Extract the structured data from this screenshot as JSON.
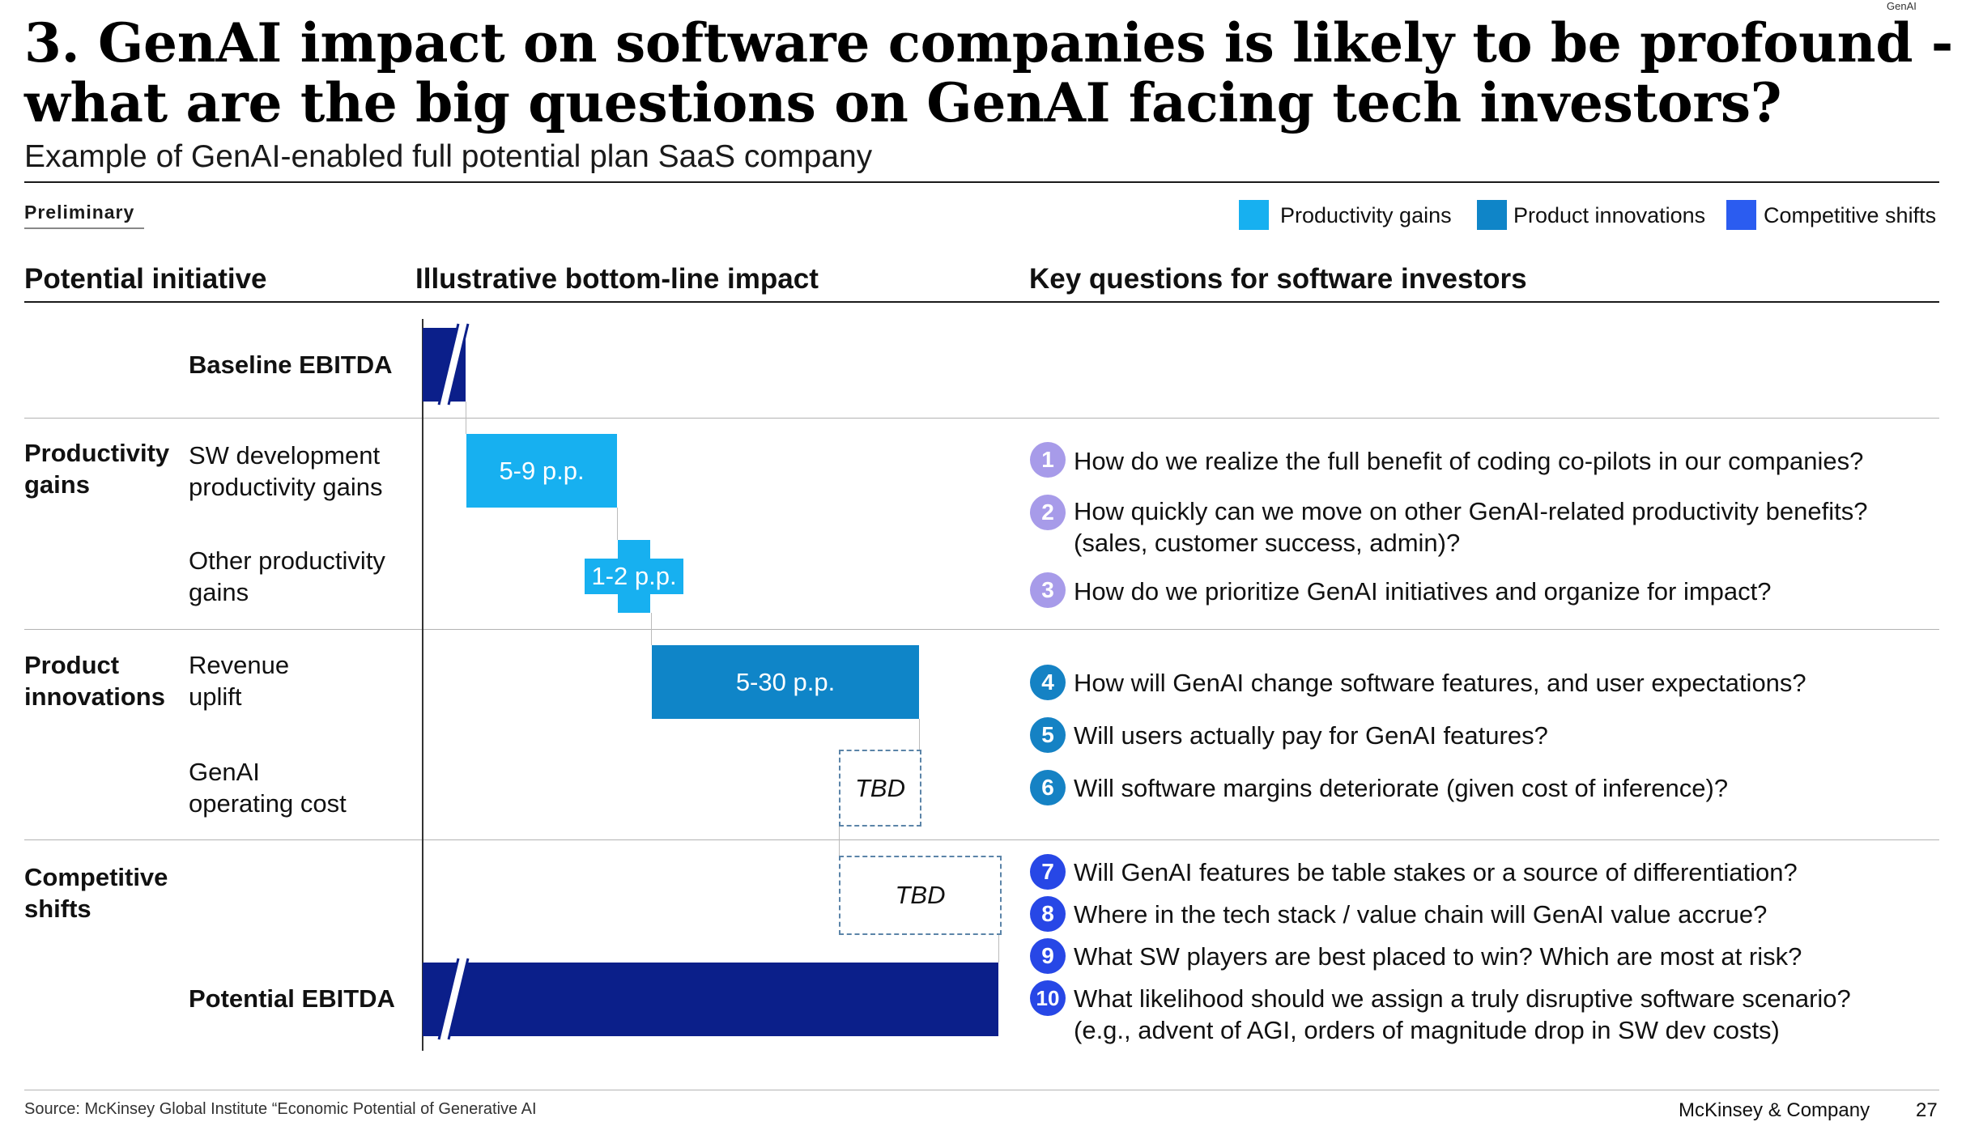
{
  "header": {
    "tag": "GenAI",
    "title_line1": "3. GenAI impact on software companies is likely to be profound -",
    "title_line2": "what are the big questions on GenAI facing tech investors?",
    "subtitle": "Example of GenAI-enabled full potential plan SaaS company",
    "preliminary": "Preliminary"
  },
  "legend": [
    {
      "label": "Productivity gains",
      "color": "#17b0f0"
    },
    {
      "label": "Product innovations",
      "color": "#0f85c8"
    },
    {
      "label": "Competitive shifts",
      "color": "#2b5cf0"
    }
  ],
  "columns": {
    "initiative": "Potential initiative",
    "impact": "Illustrative bottom-line impact",
    "questions": "Key questions for software investors"
  },
  "rows": {
    "baseline": "Baseline EBITDA",
    "productivity_group": "Productivity gains",
    "sw_dev": "SW development productivity gains",
    "other_prod": "Other productivity gains",
    "product_group": "Product innovations",
    "revenue": "Revenue uplift",
    "genai_cost": "GenAI operating cost",
    "competitive_group": "Competitive shifts",
    "potential": "Potential EBITDA"
  },
  "bars": {
    "sw_dev": "5-9 p.p.",
    "other_prod": "1-2 p.p.",
    "revenue": "5-30 p.p.",
    "genai_cost": "TBD",
    "competitive": "TBD"
  },
  "colors": {
    "navy": "#0b1f8a",
    "light_blue": "#17b0f0",
    "mid_blue": "#0f85c8",
    "circle_purple": "#a79be9",
    "circle_teal": "#1582c4",
    "circle_blue": "#2747e6"
  },
  "questions": [
    {
      "n": "1",
      "text": "How do we realize the full benefit of coding co-pilots in our companies?"
    },
    {
      "n": "2",
      "text": "How quickly can we move on other GenAI-related productivity benefits?",
      "text2": "(sales, customer success, admin)?"
    },
    {
      "n": "3",
      "text": "How do we prioritize GenAI initiatives and organize for impact?"
    },
    {
      "n": "4",
      "text": "How will GenAI change software features, and user expectations?"
    },
    {
      "n": "5",
      "text": "Will users actually pay for GenAI features?"
    },
    {
      "n": "6",
      "text": "Will software margins deteriorate (given cost of inference)?"
    },
    {
      "n": "7",
      "text": "Will GenAI features be table stakes or a source of differentiation?"
    },
    {
      "n": "8",
      "text": "Where in the tech stack / value chain will GenAI value accrue?"
    },
    {
      "n": "9",
      "text": "What SW players are best placed to win? Which are most at risk?"
    },
    {
      "n": "10",
      "text": "What likelihood should we assign a truly disruptive software scenario?",
      "text2": "(e.g., advent of AGI, orders of magnitude drop in SW dev costs)"
    }
  ],
  "footer": {
    "source": "Source: McKinsey Global Institute “Economic Potential of Generative AI",
    "company": "McKinsey & Company",
    "page": "27"
  }
}
